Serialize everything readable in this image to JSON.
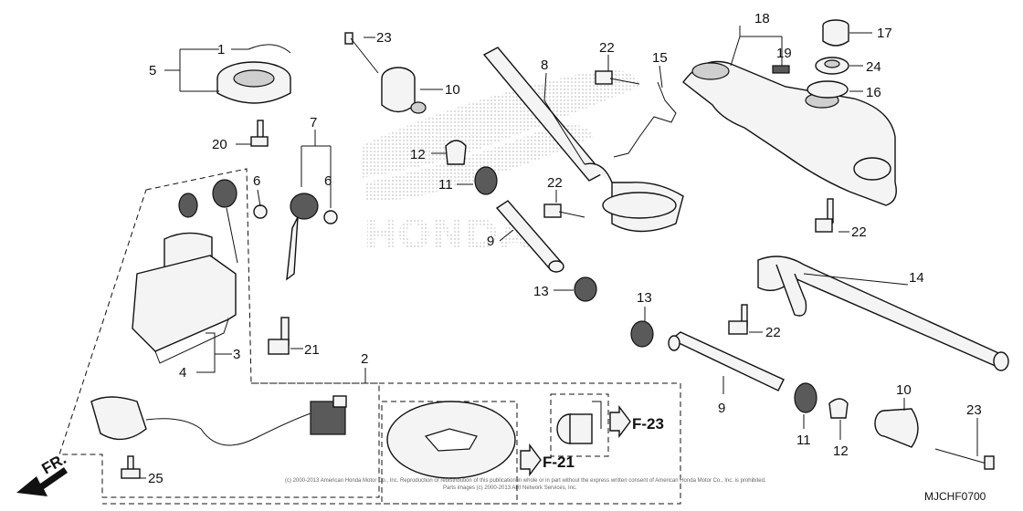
{
  "diagram_code": "MJCHF0700",
  "direction_label": "FR.",
  "copyright_line1": "(c) 2000-2013 American Honda Motor Co., Inc. Reproduction or redistribution of this publication in whole or in part without the express written consent of American Honda Motor Co., Inc. is prohibited.",
  "copyright_line2": "Parts images (c) 2000-2013 ARI Network Services, Inc.",
  "watermark": "HONDA",
  "page_refs": {
    "f23": "F-23",
    "f21": "F-21"
  },
  "callouts": {
    "c1": "1",
    "c2": "2",
    "c3": "3",
    "c4": "4",
    "c5": "5",
    "c6a": "6",
    "c6b": "6",
    "c7": "7",
    "c8": "8",
    "c9a": "9",
    "c9b": "9",
    "c10a": "10",
    "c10b": "10",
    "c11a": "11",
    "c11b": "11",
    "c12a": "12",
    "c12b": "12",
    "c13a": "13",
    "c13b": "13",
    "c14": "14",
    "c15": "15",
    "c16": "16",
    "c17": "17",
    "c18": "18",
    "c19": "19",
    "c20": "20",
    "c21": "21",
    "c22a": "22",
    "c22b": "22",
    "c22c": "22",
    "c22d": "22",
    "c23a": "23",
    "c23b": "23",
    "c24": "24",
    "c25": "25"
  }
}
